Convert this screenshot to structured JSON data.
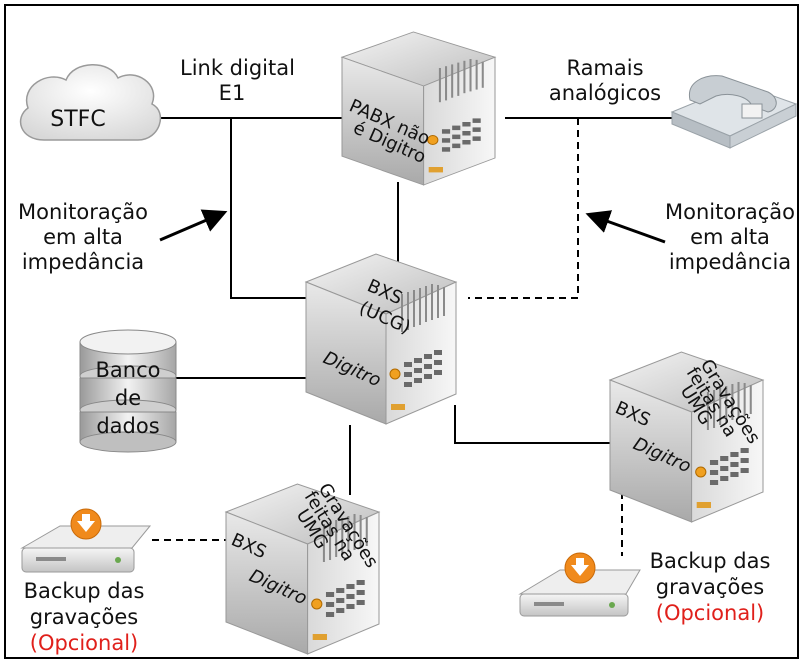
{
  "labels": {
    "stfc": "STFC",
    "link_digital_line1": "Link digital",
    "link_digital_line2": "E1",
    "ramais_line1": "Ramais",
    "ramais_line2": "analógicos",
    "monitor_left_line1": "Monitoração",
    "monitor_left_line2": "em alta",
    "monitor_left_line3": "impedância",
    "monitor_right_line1": "Monitoração",
    "monitor_right_line2": "em alta",
    "monitor_right_line3": "impedância",
    "pabx_line1": "PABX não",
    "pabx_line2": "é Digitro",
    "bxs_ucg_line1": "BXS",
    "bxs_ucg_line2": "(UCG)",
    "digitro_brand": "Digitro",
    "db_line1": "Banco",
    "db_line2": "de",
    "db_line3": "dados",
    "umg_line1": "Gravações",
    "umg_line2": "feitas na",
    "umg_line3": "UMG",
    "bxs": "BXS",
    "backup_line1": "Backup das",
    "backup_line2": "gravações",
    "optional": "(Opcional)"
  },
  "colors": {
    "optional_text": "#e0201b",
    "backup_badge": "#f08a1c",
    "line": "#000000"
  },
  "icons": [
    "cloud-icon",
    "telephone-icon",
    "server-icon",
    "database-icon",
    "backup-drive-icon",
    "download-arrow-icon"
  ]
}
